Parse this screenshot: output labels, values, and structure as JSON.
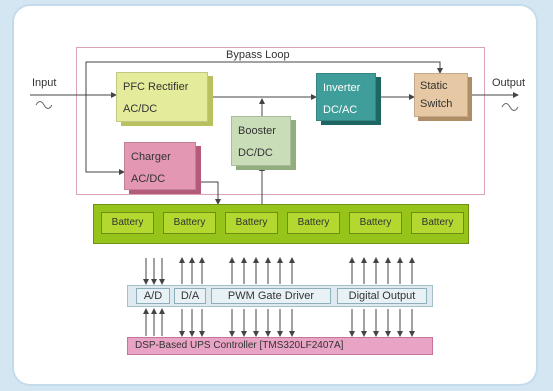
{
  "diagram": {
    "bypass_label": "Bypass Loop",
    "input_label": "Input",
    "output_label": "Output",
    "blocks": {
      "pfc": {
        "line1": "PFC Rectifier",
        "line2": "AC/DC"
      },
      "charger": {
        "line1": "Charger",
        "line2": "AC/DC"
      },
      "booster": {
        "line1": "Booster",
        "line2": "DC/DC"
      },
      "inverter": {
        "line1": "Inverter",
        "line2": "DC/AC"
      },
      "static_switch": {
        "line1": "Static",
        "line2": "Switch"
      }
    },
    "batteries": [
      "Battery",
      "Battery",
      "Battery",
      "Battery",
      "Battery",
      "Battery"
    ],
    "controller_blocks": [
      "A/D",
      "D/A",
      "PWM Gate Driver",
      "Digital Output"
    ],
    "dsp_label": "DSP-Based UPS Controller [TMS320LF2407A]",
    "colors": {
      "pfc": "#e4eb9b",
      "charger": "#e497b3",
      "booster": "#c8ddb8",
      "inverter": "#3f9d9a",
      "static_switch": "#e7c8a4",
      "battery": "#97c41a",
      "dsp": "#e9a3c4"
    }
  }
}
